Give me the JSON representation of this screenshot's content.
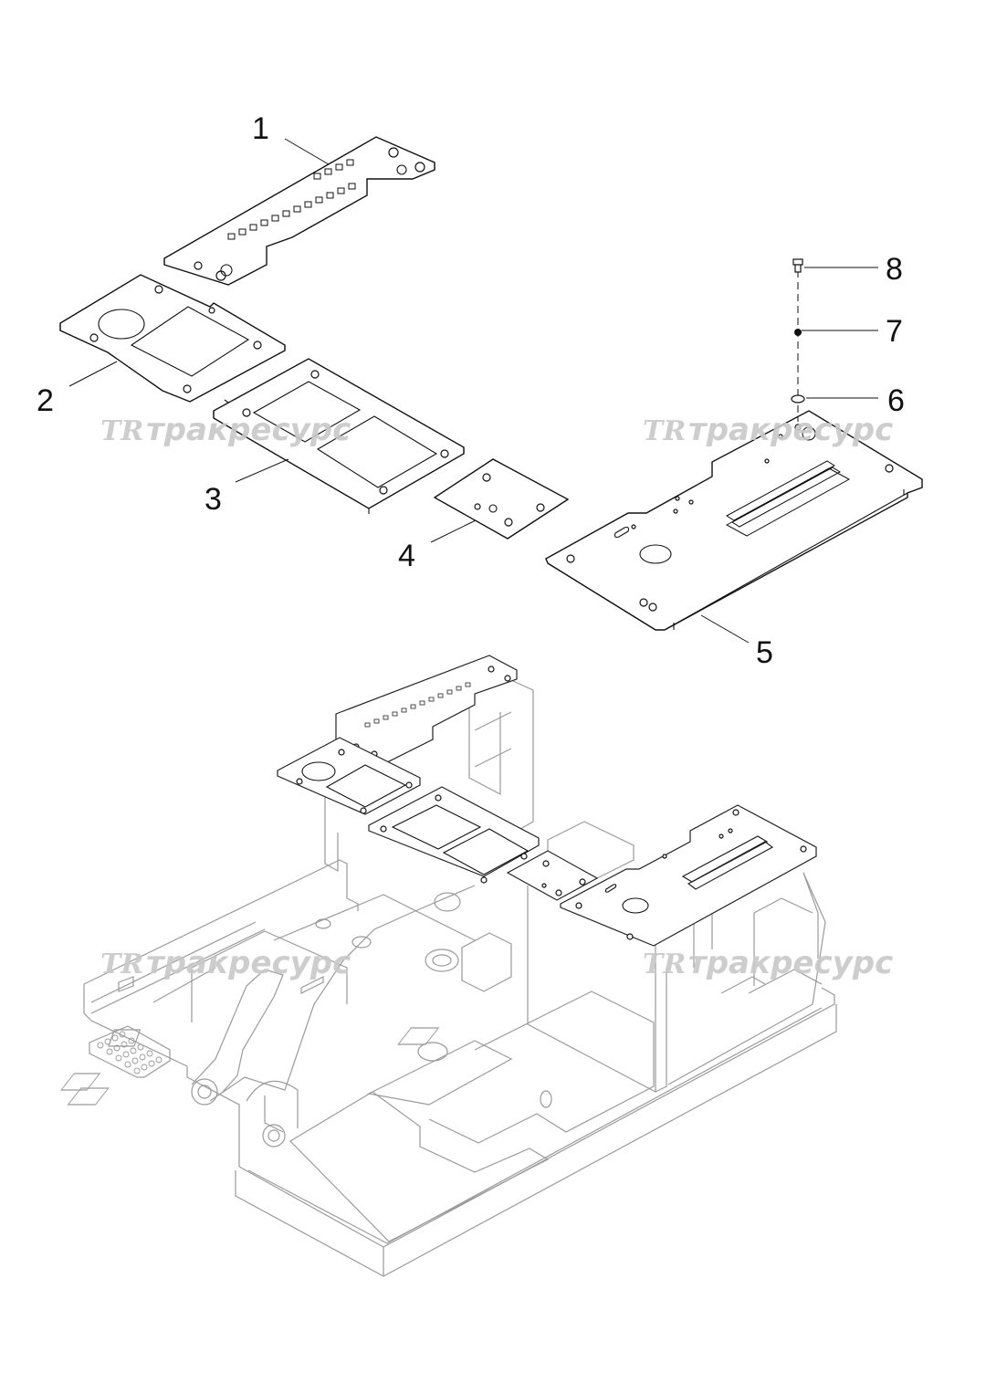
{
  "callouts": [
    {
      "id": "1",
      "label": "1"
    },
    {
      "id": "2",
      "label": "2"
    },
    {
      "id": "3",
      "label": "3"
    },
    {
      "id": "4",
      "label": "4"
    },
    {
      "id": "5",
      "label": "5"
    },
    {
      "id": "6",
      "label": "6"
    },
    {
      "id": "7",
      "label": "7"
    },
    {
      "id": "8",
      "label": "8"
    }
  ],
  "watermark": {
    "logo": "TR",
    "text": "тракресурс",
    "color": "#c8c8c8"
  }
}
